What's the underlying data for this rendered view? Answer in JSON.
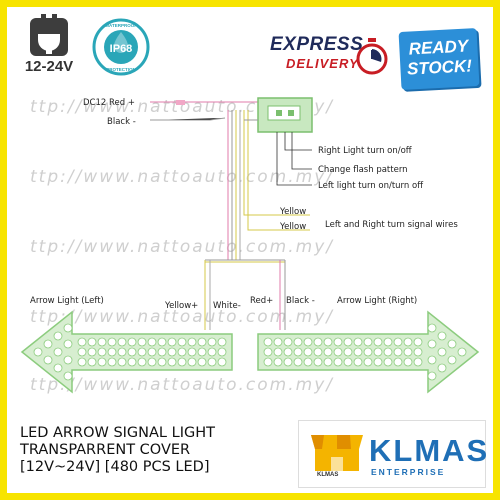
{
  "badges": {
    "voltage_label": "12-24V",
    "waterproof_top": "WATERPROOF",
    "waterproof_rating": "IP68",
    "waterproof_bottom": "PROTECTION"
  },
  "express": {
    "line1": "EXPRESS",
    "line2": "DELIVERY"
  },
  "ready_stock": {
    "line1": "READY",
    "line2": "STOCK!"
  },
  "watermark": "ttp://www.nattoauto.com.my/",
  "diagram": {
    "dc_red": "DC12 Red +",
    "black": "Black -",
    "right_light": "Right Light turn on/off",
    "change_flash": "Change flash pattern",
    "left_light": "Left light turn on/turn off",
    "yellow1": "Yellow",
    "yellow2": "Yellow",
    "signal_wires": "Left and Right turn signal wires",
    "arrow_left": "Arrow Light (Left)",
    "yellow_plus": "Yellow+",
    "white_minus": "White-",
    "red_plus": "Red+",
    "black_minus": "Black -",
    "arrow_right": "Arrow Light (Right)"
  },
  "product": {
    "line1": "LED ARROW SIGNAL LIGHT",
    "line2": "TRANSPARRENT COVER",
    "line3": "[12V~24V] [480 PCS LED]"
  },
  "brand": {
    "name": "KLMAS",
    "sub": "ENTERPRISE",
    "tag": "KLMAS"
  },
  "colors": {
    "frame": "#f7e400",
    "led_green": "#bfe3b5",
    "brand_blue": "#1f6fb6",
    "ready_blue": "#2c8fd8"
  }
}
